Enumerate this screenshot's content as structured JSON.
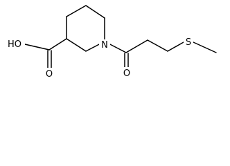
{
  "colors": {
    "background": "#ffffff",
    "bond": "#000000",
    "label": "#000000"
  },
  "atoms": {
    "hydroxyl": "HO",
    "carbonyl_oxygen_acid": "O",
    "ring_nitrogen": "N",
    "carbonyl_oxygen_amide": "O",
    "sulfur": "S"
  }
}
